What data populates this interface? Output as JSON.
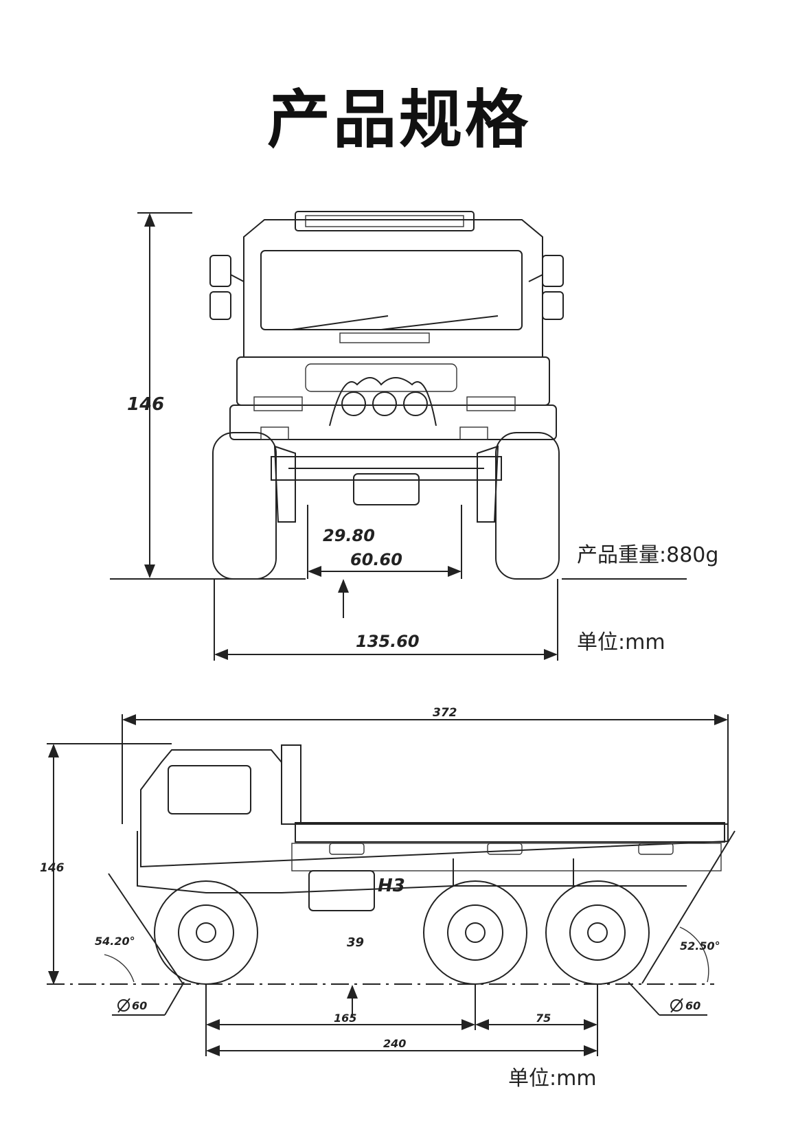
{
  "page": {
    "title": "产品规格"
  },
  "front_view": {
    "height": "146",
    "clearance": "29.80",
    "axle_gap": "60.60",
    "track_width": "135.60",
    "weight_label": "产品重量:880g",
    "unit_label": "单位:mm"
  },
  "side_view": {
    "total_length": "372",
    "height": "146",
    "approach_angle": "54.20°",
    "departure_angle": "52.50°",
    "clearance": "39",
    "front_tire_diameter": "60",
    "rear_tire_diameter": "60",
    "front_to_mid_axle": "165",
    "mid_to_rear_axle": "75",
    "wheelbase": "240",
    "unit_label": "单位:mm",
    "badge": "H3"
  },
  "icons": {
    "diameter": "diameter-icon"
  }
}
